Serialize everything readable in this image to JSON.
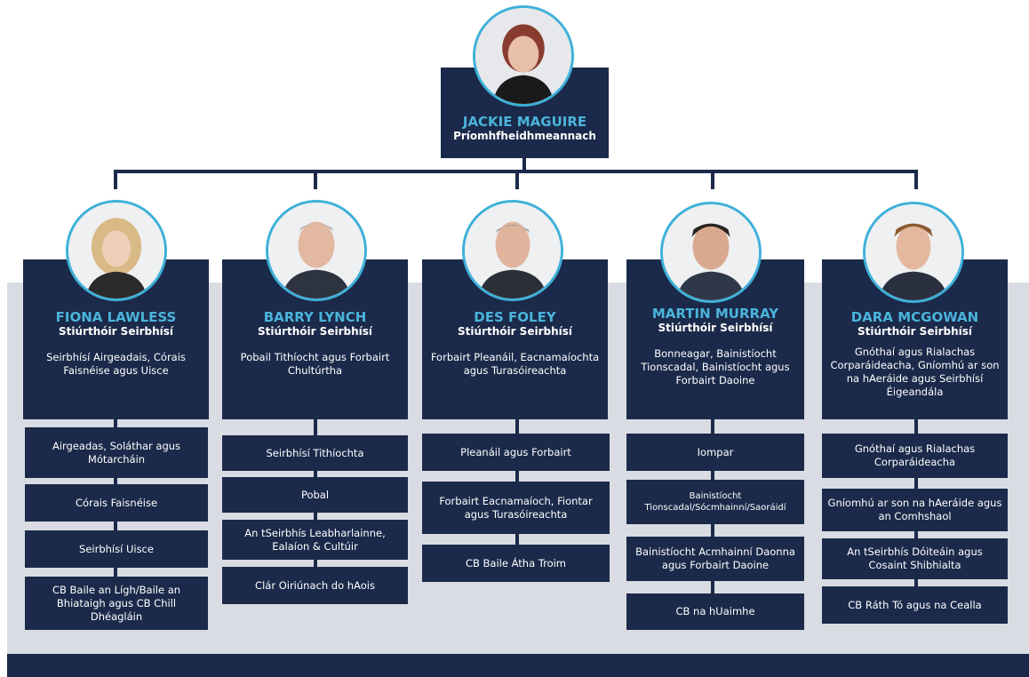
{
  "colors": {
    "box": "#1b2a4a",
    "name": "#4bb4db",
    "photo_ring": "#3eb0d9",
    "band": "#d9dce3"
  },
  "ceo": {
    "name": "JACKIE MAGUIRE",
    "title": "Príomhfheidhmeannach"
  },
  "directors": [
    {
      "name": "FIONA LAWLESS",
      "title": "Stiúrthóir Seirbhísí",
      "remit": "Seirbhísí Airgeadais, Córais Faisnéise agus Uisce",
      "units": [
        "Airgeadas, Soláthar agus Mótarcháin",
        "Córais Faisnéise",
        "Seirbhísí Uisce",
        "CB Baile an Lígh/Baile an Bhiataigh agus CB Chill Dhéagláin"
      ]
    },
    {
      "name": "BARRY LYNCH",
      "title": "Stiúrthóir Seirbhísí",
      "remit": "Pobail Tithíocht agus Forbairt Chultúrtha",
      "units": [
        "Seirbhísí Tithíochta",
        "Pobal",
        "An tSeirbhís Leabharlainne, Ealaíon & Cultúir",
        "Clár Oiriúnach do hAois"
      ]
    },
    {
      "name": "DES FOLEY",
      "title": "Stiúrthóir Seirbhísí",
      "remit": "Forbairt Pleanáil, Eacnamaíochta agus Turasóireachta",
      "units": [
        "Pleanáil agus Forbairt",
        "Forbairt Eacnamaíoch, Fiontar agus Turasóireachta",
        "CB Baile Átha Troim"
      ]
    },
    {
      "name": "MARTIN MURRAY",
      "title": "Stiúrthóir Seirbhísí",
      "remit": "Bonneagar, Bainistíocht Tionscadal, Bainistíocht agus Forbairt Daoine",
      "units": [
        "Iompar",
        "Bainistíocht Tionscadal/Sócmhainní/Saoráidí",
        "Bainistíocht Acmhainní Daonna agus Forbairt Daoine",
        "CB na hUaimhe"
      ]
    },
    {
      "name": "DARA MCGOWAN",
      "title": "Stiúrthóir Seirbhísí",
      "remit": "Gnóthaí agus Rialachas Corparáideacha, Gníomhú ar son na hAeráide agus Seirbhísí Éigeandála",
      "units": [
        "Gnóthaí agus Rialachas Corparáideacha",
        "Gníomhú ar son na hAeráide agus an Comhshaol",
        "An tSeirbhís Dóiteáin agus Cosaint Shibhialta",
        "CB Ráth Tó agus na Cealla"
      ]
    }
  ]
}
